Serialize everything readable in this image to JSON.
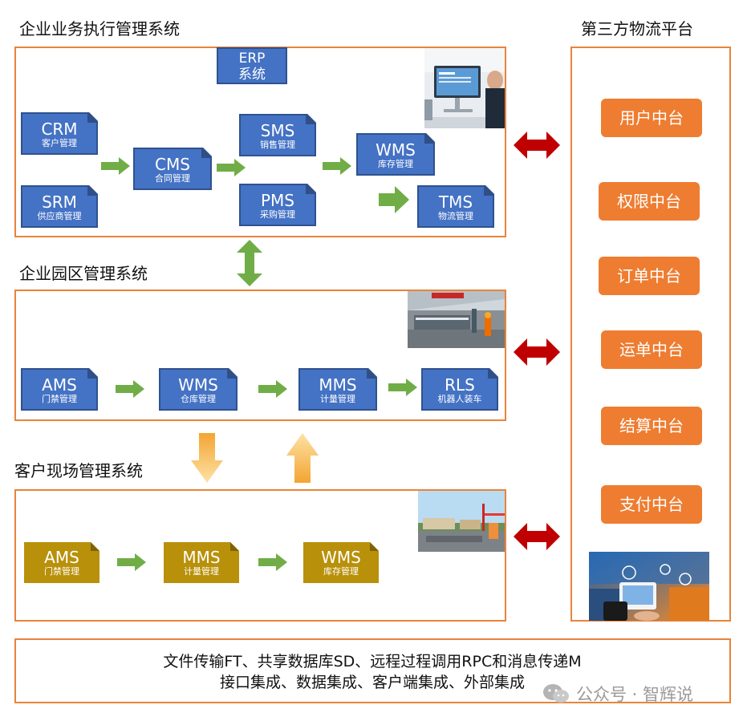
{
  "sections": {
    "enterprise_title": "企业业务执行管理系统",
    "park_title": "企业园区管理系统",
    "customer_title": "客户现场管理系统",
    "platform_title": "第三方物流平台"
  },
  "erp": {
    "line1": "ERP",
    "line2": "系统"
  },
  "enterprise_modules": [
    {
      "abbr": "CRM",
      "sub": "客户管理"
    },
    {
      "abbr": "SRM",
      "sub": "供应商管理"
    },
    {
      "abbr": "CMS",
      "sub": "合同管理"
    },
    {
      "abbr": "SMS",
      "sub": "销售管理"
    },
    {
      "abbr": "PMS",
      "sub": "采购管理"
    },
    {
      "abbr": "WMS",
      "sub": "库存管理"
    },
    {
      "abbr": "TMS",
      "sub": "物流管理"
    }
  ],
  "park_modules": [
    {
      "abbr": "AMS",
      "sub": "门禁管理"
    },
    {
      "abbr": "WMS",
      "sub": "仓库管理"
    },
    {
      "abbr": "MMS",
      "sub": "计量管理"
    },
    {
      "abbr": "RLS",
      "sub": "机器人装车"
    }
  ],
  "customer_modules": [
    {
      "abbr": "AMS",
      "sub": "门禁管理"
    },
    {
      "abbr": "MMS",
      "sub": "计量管理"
    },
    {
      "abbr": "WMS",
      "sub": "库存管理"
    }
  ],
  "platform_items": [
    "用户中台",
    "权限中台",
    "订单中台",
    "运单中台",
    "结算中台",
    "支付中台"
  ],
  "integration": {
    "line1": "文件传输FT、共享数据库SD、远程过程调用RPC和消息传递M",
    "line2": "接口集成、数据集成、客户端集成、外部集成"
  },
  "watermark": "公众号 · 智辉说",
  "colors": {
    "frame": "#e8843a",
    "module_blue": "#4472c4",
    "module_gold": "#b8900a",
    "pill": "#ee7d31",
    "green_arrow": "#70ad47",
    "red_arrow": "#c00000",
    "orange_arrow": "#f5b53b"
  }
}
